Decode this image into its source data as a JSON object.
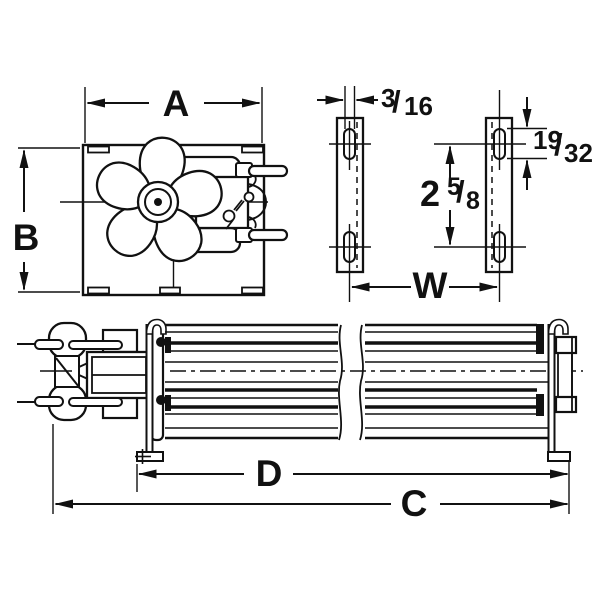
{
  "page": {
    "background": "#ffffff",
    "line_color": "#111111",
    "description": "Dimensional line drawing of a transflow blower: fan front view, two mounting bracket views, and full-length side view with dimension callouts"
  },
  "diagram": {
    "front_view": {
      "width_label": "A",
      "height_label": "B"
    },
    "bracket_view": {
      "bracket_thickness_fraction": {
        "num": "3",
        "slash": "/",
        "den": "16"
      },
      "slot_length_fraction": {
        "num": "19",
        "slash": "/",
        "den": "32"
      },
      "slot_spacing": {
        "whole": "2",
        "num": "5",
        "slash": "/",
        "den": "8"
      },
      "mount_width_label": "W"
    },
    "side_view": {
      "housing_length_label": "D",
      "overall_length_label": "C"
    }
  }
}
